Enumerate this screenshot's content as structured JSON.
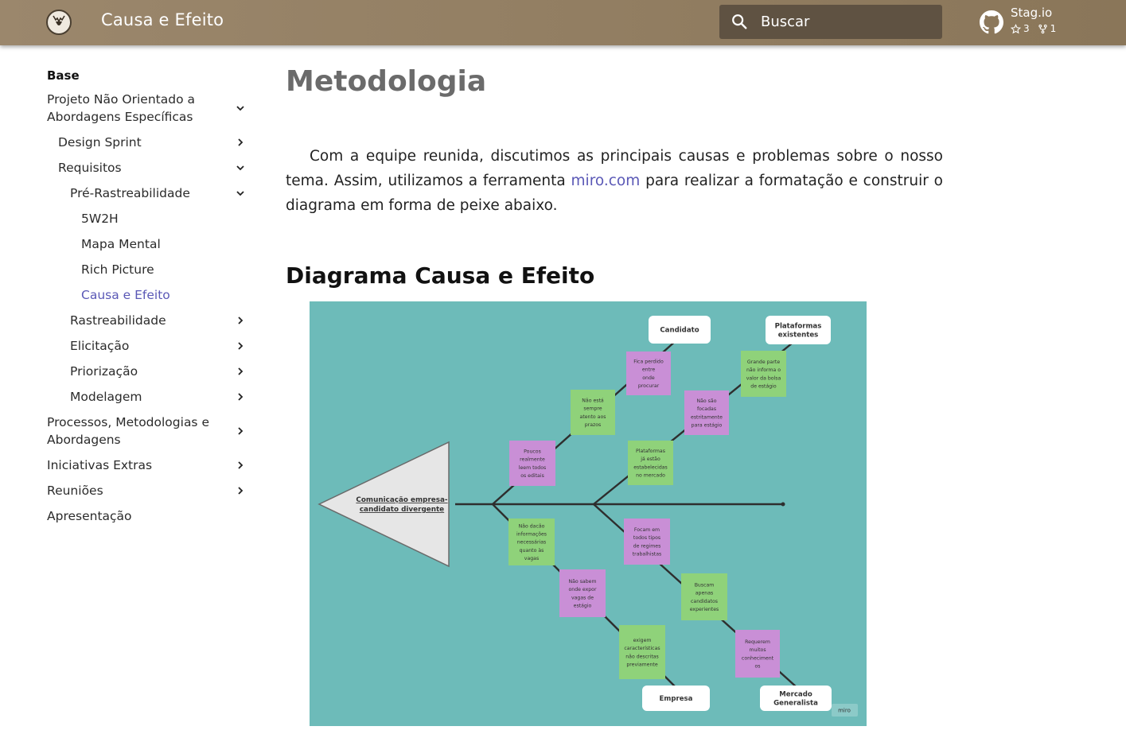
{
  "header": {
    "site_title": "Causa e Efeito",
    "search_placeholder": "Buscar",
    "repo_name": "Stag.io",
    "repo_stars": "3",
    "repo_forks": "1"
  },
  "sidebar": {
    "section": "Base",
    "items": [
      {
        "label": "Projeto Não Orientado a Abordagens Específicas",
        "level": 0,
        "chevron": "down"
      },
      {
        "label": "Design Sprint",
        "level": 1,
        "chevron": "right"
      },
      {
        "label": "Requisitos",
        "level": 1,
        "chevron": "down"
      },
      {
        "label": "Pré-Rastreabilidade",
        "level": 2,
        "chevron": "down"
      },
      {
        "label": "5W2H",
        "level": 3,
        "chevron": ""
      },
      {
        "label": "Mapa Mental",
        "level": 3,
        "chevron": ""
      },
      {
        "label": "Rich Picture",
        "level": 3,
        "chevron": ""
      },
      {
        "label": "Causa e Efeito",
        "level": 3,
        "chevron": "",
        "active": true
      },
      {
        "label": "Rastreabilidade",
        "level": 2,
        "chevron": "right"
      },
      {
        "label": "Elicitação",
        "level": 2,
        "chevron": "right"
      },
      {
        "label": "Priorização",
        "level": 2,
        "chevron": "right"
      },
      {
        "label": "Modelagem",
        "level": 2,
        "chevron": "right"
      },
      {
        "label": "Processos, Metodologias e Abordagens",
        "level": 0,
        "chevron": "right"
      },
      {
        "label": "Iniciativas Extras",
        "level": 0,
        "chevron": "right"
      },
      {
        "label": "Reuniões",
        "level": 0,
        "chevron": "right"
      },
      {
        "label": "Apresentação",
        "level": 0,
        "chevron": ""
      }
    ]
  },
  "main": {
    "title": "Metodologia",
    "para_before": "Com a equipe reunida, discutimos as principais causas e problemas sobre o nosso tema. Assim, utilizamos a ferramenta ",
    "para_link": "miro.com",
    "para_after": " para realizar a formatação e construir o diagrama em forma de peixe abaixo.",
    "section_title": "Diagrama Causa e Efeito"
  },
  "diagram": {
    "head": [
      "Comunicação empresa-",
      "candidato divergente"
    ],
    "categories": {
      "candidato": [
        "Candidato"
      ],
      "plataformas": [
        "Plataformas",
        "existentes"
      ],
      "empresa": [
        "Empresa"
      ],
      "mercado": [
        "Mercado",
        "Generalista"
      ]
    },
    "notes": {
      "fica_perdido": [
        "Fica perdido",
        "entre",
        "onde",
        "procurar"
      ],
      "grande_parte": [
        "Grande parte",
        "não informa o",
        "valor da bolsa",
        "de estágio"
      ],
      "nao_esta": [
        "Não está",
        "sempre",
        "atento aos",
        "prazos"
      ],
      "nao_sao": [
        "Não são",
        "focadas",
        "estritamente",
        "para estágio"
      ],
      "poucos": [
        "Poucos",
        "realmente",
        "leem todos",
        "os editais"
      ],
      "plataformas_ja": [
        "Plataformas",
        "já estão",
        "estabelecidas",
        "no mercado"
      ],
      "nao_dao": [
        "Não dacão",
        "informações",
        "necessárias",
        "quanto às",
        "vagas"
      ],
      "focam": [
        "Focam em",
        "todos tipos",
        "de regimes",
        "trabalhistas"
      ],
      "nao_sabem": [
        "Não sabem",
        "onde expor",
        "vagas de",
        "estágio"
      ],
      "buscam": [
        "Buscam",
        "apenas",
        "candidatos",
        "experientes"
      ],
      "exigem": [
        "exigem",
        "características",
        "não descritas",
        "previamente"
      ],
      "requerem": [
        "Requerem",
        "muitos",
        "conheciment",
        "os"
      ]
    },
    "watermark": "miro",
    "colors": {
      "background": "#6dbbb9",
      "green": "#8fd27a",
      "purple": "#c98fd6",
      "spine": "#2e2e2e"
    }
  }
}
